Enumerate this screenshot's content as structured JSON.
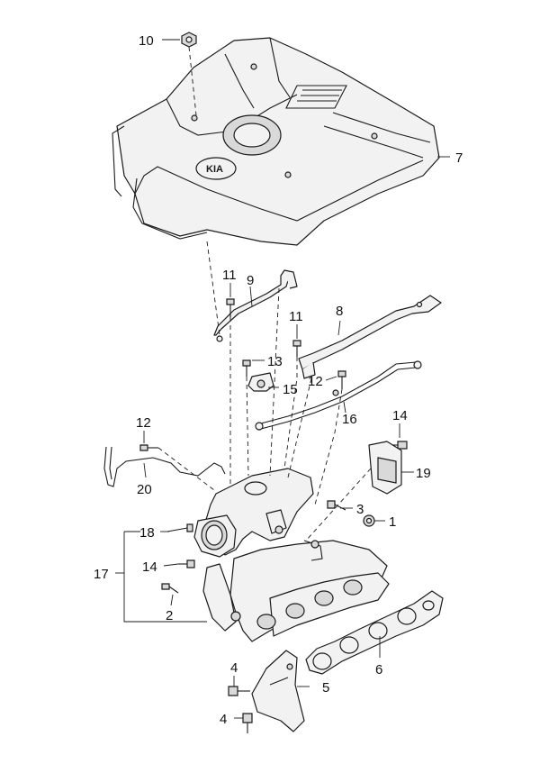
{
  "diagram": {
    "logo_text": "KIA",
    "callouts": [
      {
        "id": "c10",
        "text": "10"
      },
      {
        "id": "c7",
        "text": "7"
      },
      {
        "id": "c11a",
        "text": "11"
      },
      {
        "id": "c9",
        "text": "9"
      },
      {
        "id": "c11b",
        "text": "11"
      },
      {
        "id": "c8",
        "text": "8"
      },
      {
        "id": "c13",
        "text": "13"
      },
      {
        "id": "c15",
        "text": "15"
      },
      {
        "id": "c12a",
        "text": "12"
      },
      {
        "id": "c16",
        "text": "16"
      },
      {
        "id": "c12b",
        "text": "12"
      },
      {
        "id": "c14a",
        "text": "14"
      },
      {
        "id": "c20",
        "text": "20"
      },
      {
        "id": "c19",
        "text": "19"
      },
      {
        "id": "c3",
        "text": "3"
      },
      {
        "id": "c1",
        "text": "1"
      },
      {
        "id": "c18",
        "text": "18"
      },
      {
        "id": "c17",
        "text": "17"
      },
      {
        "id": "c14b",
        "text": "14"
      },
      {
        "id": "c2",
        "text": "2"
      },
      {
        "id": "c6",
        "text": "6"
      },
      {
        "id": "c4a",
        "text": "4"
      },
      {
        "id": "c5",
        "text": "5"
      },
      {
        "id": "c4b",
        "text": "4"
      }
    ]
  }
}
